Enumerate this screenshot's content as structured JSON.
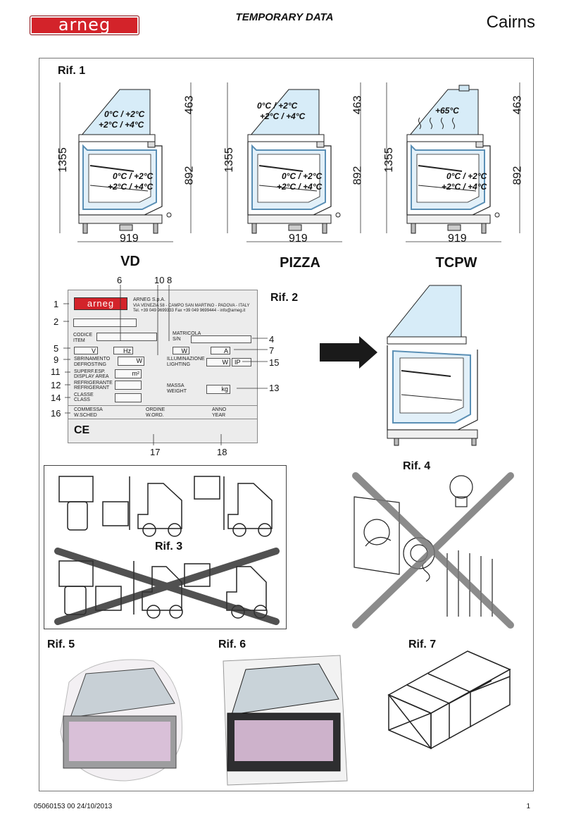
{
  "header": {
    "logo": "arneg",
    "center_title": "TEMPORARY DATA",
    "model_name": "Cairns"
  },
  "rif_labels": {
    "rif1": "Rif. 1",
    "rif2": "Rif. 2",
    "rif3": "Rif. 3",
    "rif4": "Rif. 4",
    "rif5": "Rif. 5",
    "rif6": "Rif. 6",
    "rif7": "Rif. 7"
  },
  "cabinets": [
    {
      "name": "VD",
      "height_total": "1355",
      "height_top": "463",
      "height_bottom": "892",
      "width": "919",
      "temp_top_1": "0°C / +2°C",
      "temp_top_2": "+2°C / +4°C",
      "temp_bottom_1": "0°C / +2°C",
      "temp_bottom_2": "+2°C / +4°C"
    },
    {
      "name": "PIZZA",
      "height_total": "1355",
      "height_top": "463",
      "height_bottom": "892",
      "width": "919",
      "temp_top_1": "0°C / +2°C",
      "temp_top_2": "+2°C / +4°C",
      "temp_bottom_1": "0°C / +2°C",
      "temp_bottom_2": "+2°C / +4°C"
    },
    {
      "name": "TCPW",
      "height_total": "1355",
      "height_top": "463",
      "height_bottom": "892",
      "width": "919",
      "temp_top_1": "+65°C",
      "temp_bottom_1": "0°C / +2°C",
      "temp_bottom_2": "+2°C / +4°C"
    }
  ],
  "plate": {
    "logo": "arneg",
    "company": "ARNEG S.p.A.",
    "address": "VIA VENEZIA 58 - CAMPO SAN MARTINO - PADOVA - ITALY",
    "contact": "Tel. +39 049 9699333 Fax +39 049 9699444 - info@arneg.it",
    "codice": "CODICE",
    "item": "ITEM",
    "matricola": "MATRICOLA",
    "sn": "S/N",
    "unit_v": "V",
    "unit_hz": "Hz",
    "unit_w": "W",
    "unit_a": "A",
    "sbrinamento": "SBRINAMENTO",
    "defrosting": "DEFROSTING",
    "illuminazione": "ILLUMINAZIONE",
    "lighting": "LIGHTING",
    "unit_ip": "IP",
    "superf": "SUPERF.ESP.",
    "display_area": "DISPLAY AREA",
    "unit_m2": "m²",
    "refrigerante": "REFRIGERANTE",
    "refrigerant": "REFRIGERANT",
    "massa": "MASSA",
    "weight": "WEIGHT",
    "unit_kg": "kg",
    "classe": "CLASSE",
    "class": "CLASS",
    "commessa": "COMMESSA",
    "wsched": "W.SCHED",
    "ordine": "ORDINE",
    "word": "W.ORD.",
    "anno": "ANNO",
    "year": "YEAR",
    "ce": "CE"
  },
  "callouts": {
    "n1": "1",
    "n2": "2",
    "n4": "4",
    "n5": "5",
    "n6": "6",
    "n7": "7",
    "n8": "8",
    "n9": "9",
    "n10": "10",
    "n11": "11",
    "n12": "12",
    "n13": "13",
    "n14": "14",
    "n15": "15",
    "n16": "16",
    "n17": "17",
    "n18": "18"
  },
  "footer": {
    "doc_code": "05060153  00  24/10/2013",
    "page": "1"
  }
}
